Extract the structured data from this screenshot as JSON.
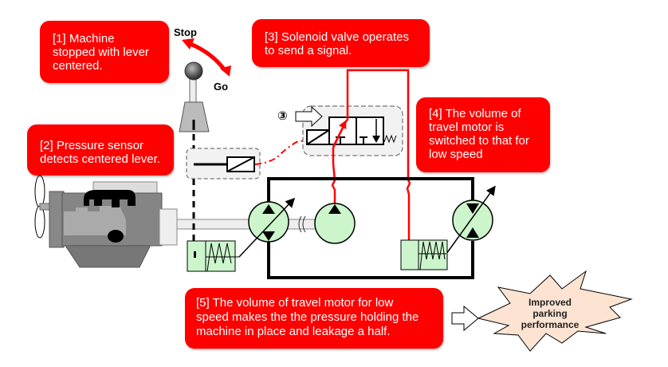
{
  "callouts": {
    "step1": "[1] Machine\nstopped with lever\ncentered.",
    "step2": "[2] Pressure sensor\ndetects centered lever.",
    "step3": "[3] Solenoid valve operates\nto send a signal.",
    "step4": "[4] The volume of\ntravel motor is\nswitched to that for\nlow speed",
    "step5": "[5] The volume of travel motor for low\nspeed makes the the pressure holding the\nmachine in place and leakage a half."
  },
  "lever": {
    "stop_label": "Stop",
    "go_label": "Go"
  },
  "valve": {
    "marker": "③"
  },
  "result": {
    "text": "Improved\nparking\nperformance"
  },
  "colors": {
    "callout_bg": "#ff0000",
    "signal_line": "#ff0000",
    "hydraulic_component_fill": "#ccf5cc",
    "engine_gray": "#808080",
    "burst_fill": "#fde3d2"
  }
}
